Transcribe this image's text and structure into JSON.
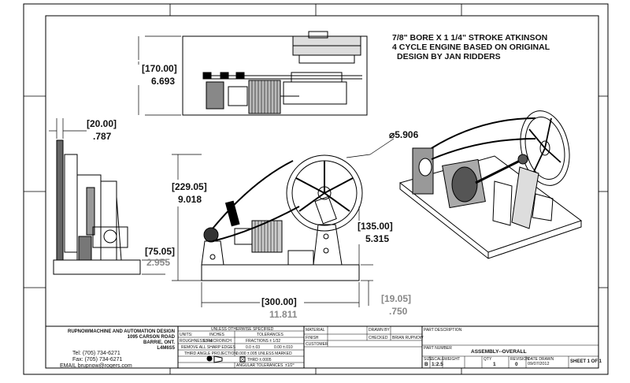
{
  "note": {
    "line1": "7/8\" BORE X 1 1/4\" STROKE ATKINSON",
    "line2": "4 CYCLE ENGINE BASED ON ORIGINAL",
    "line3": "DESIGN BY JAN RIDDERS"
  },
  "dims": {
    "top_height_mm": "170.00",
    "top_height_in": "6.693",
    "side_width_mm": "20.00",
    "side_width_in": ".787",
    "side_height_mm": "75.05",
    "side_height_in": "2.955",
    "front_height_mm": "229.05",
    "front_height_in": "9.018",
    "cyl_height_mm": "135.00",
    "cyl_height_in": "5.315",
    "base_len_mm": "300.00",
    "base_len_in": "11.811",
    "base_thk_mm": "19.05",
    "base_thk_in": ".750",
    "wheel_dia": "5.906"
  },
  "titleblock": {
    "company1": "RUPNOWMACHINE AND AUTOMATION DESIGN",
    "company2": "1095 CARSON ROAD",
    "company3": "BARRIE, ONT.",
    "company4": "L4M6S5",
    "tel": "Tel: (705) 734-6271",
    "fax": "Fax: (705) 734-6271",
    "email": "EMAIL brupnow@rogers.com",
    "unless": "UNLESS OTHERWISE SPECIFIED",
    "units": "UNITS:",
    "units_val": "INCHES",
    "tolerances": "TOLERANCES",
    "surface": "ROUGHNESS: Ra",
    "surface_val": "63 MICROINCH",
    "fractions": "FRACTIONS ± 1/32",
    "remove": "REMOVE ALL SHARP EDGES",
    "dec1": "0.0   ±.03",
    "dec2": "0.00  ±.010",
    "third": "THIRD ANGLE PROJECTION",
    "dec3": "0.000  ±.005 UNLESS MARKED",
    "dec4": "THRD  ±.0005",
    "angular": "ANGULAR TOLERANCES",
    "angular_val": "±1/2°",
    "material": "MATERIAL",
    "finish": "FINISH",
    "drawn_by": "DRAWN BY",
    "checked": "CHECKED",
    "drawn_name": "BRIAN RUPNOW",
    "custom": "CUSTOMER",
    "desc_label": "PART DESCRIPTION",
    "part_label": "PART NUMBER",
    "part_number": "ASSEMBLY--OVERALL",
    "size_lbl": "SIZE",
    "size_val": "B",
    "scale_lbl": "SCALE",
    "scale_val": "1:2.5",
    "weight_lbl": "WEIGHT",
    "qty_lbl": "QTY",
    "qty_val": "1",
    "rev_lbl": "REVISION",
    "rev_val": "0",
    "date_lbl": "DATE DRAWN",
    "date_val": "09/07/2012",
    "sheet": "SHEET 1 OF 1"
  }
}
